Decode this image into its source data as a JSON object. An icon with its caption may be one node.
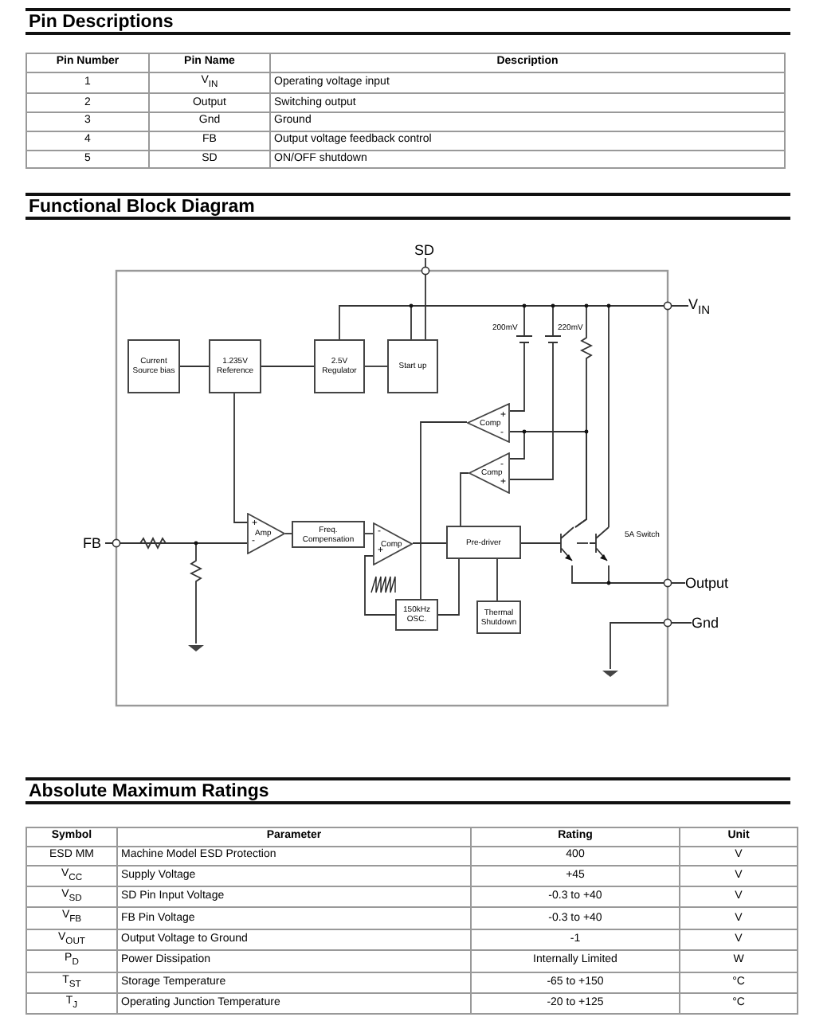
{
  "diagram": {
    "nodes": [
      {
        "text": [
          "SD"
        ]
      },
      {
        "text": [
          "V$_{IN}$"
        ]
      },
      {
        "text": [
          "FB"
        ]
      },
      {
        "text": [
          "Output"
        ]
      },
      {
        "text": [
          "Gnd"
        ]
      },
      {
        "text": [
          "Current Source bias"
        ]
      },
      {
        "text": [
          "1.235V Reference"
        ]
      },
      {
        "text": [
          "2.5V Regulator"
        ]
      },
      {
        "text": [
          "Start up"
        ]
      },
      {
        "text": [
          "Amp"
        ]
      },
      {
        "text": [
          "Freq. Compensation"
        ]
      },
      {
        "text": [
          "Comp"
        ]
      },
      {
        "text": [
          "Comp"
        ]
      },
      {
        "text": [
          "Comp"
        ]
      },
      {
        "text": [
          "Pre-driver"
        ]
      },
      {
        "text": [
          "150kHz OSC."
        ]
      },
      {
        "text": [
          "Thermal Shutdown"
        ]
      },
      {
        "text": [],
        "shape": "transistor"
      },
      {
        "text": [],
        "shape": "transistor",
        "beside": [
          "5A Switch"
        ]
      },
      {
        "text": [],
        "shape": "ground"
      },
      {
        "text": [],
        "shape": "ground"
      }
    ],
    "edges": [
      {
        "from": 0,
        "to": 8,
        "arrow": "none"
      },
      {
        "from": 1,
        "to": 7,
        "arrow": "none"
      },
      {
        "from": 1,
        "to": 8,
        "arrow": "none"
      },
      {
        "from": 1,
        "to": 12,
        "arrow": "none"
      },
      {
        "from": 1,
        "to": 13,
        "arrow": "none"
      },
      {
        "from": 1,
        "to": 17,
        "arrow": "none"
      },
      {
        "from": 1,
        "to": 18,
        "arrow": "none"
      },
      {
        "from": 5,
        "to": 6,
        "arrow": "none"
      },
      {
        "from": 6,
        "to": 7,
        "arrow": "none"
      },
      {
        "from": 7,
        "to": 8,
        "arrow": "none"
      },
      {
        "from": 6,
        "to": 9,
        "arrow": "none"
      },
      {
        "from": 2,
        "to": 9,
        "arrow": "none"
      },
      {
        "from": 2,
        "to": 19,
        "arrow": "none"
      },
      {
        "from": 9,
        "to": 10,
        "arrow": "none"
      },
      {
        "from": 10,
        "to": 11,
        "arrow": "none"
      },
      {
        "from": 11,
        "to": 14,
        "arrow": "none"
      },
      {
        "from": 15,
        "to": 11,
        "arrow": "none"
      },
      {
        "from": 15,
        "to": 14,
        "arrow": "none"
      },
      {
        "from": 12,
        "to": 15,
        "arrow": "none"
      },
      {
        "from": 13,
        "to": 14,
        "arrow": "none"
      },
      {
        "from": 12,
        "to": 13,
        "arrow": "none"
      },
      {
        "from": 12,
        "to": 17,
        "arrow": "none"
      },
      {
        "from": 14,
        "to": 17,
        "arrow": "none"
      },
      {
        "from": 14,
        "to": 16,
        "arrow": "none"
      },
      {
        "from": 17,
        "to": 18,
        "arrow": "none"
      },
      {
        "from": 18,
        "to": 3,
        "arrow": "none"
      },
      {
        "from": 17,
        "to": 3,
        "arrow": "none"
      },
      {
        "from": 4,
        "to": 20,
        "arrow": "none"
      }
    ],
    "labels": [
      "Pin Descriptions",
      "Pin Number",
      "Pin Name",
      "Description",
      "1",
      "V$_{IN}$",
      "Operating voltage input",
      "2",
      "Output",
      "Switching output",
      "3",
      "Gnd",
      "Ground",
      "4",
      "FB",
      "Output voltage feedback control",
      "5",
      "SD",
      "ON/OFF shutdown",
      "Functional Block Diagram",
      "200mV",
      "220mV",
      "+",
      "-",
      "-",
      "+",
      "+",
      "-",
      "-",
      "+",
      "Absolute Maximum Ratings",
      "Symbol",
      "Parameter",
      "Rating",
      "Unit",
      "ESD MM",
      "Machine Model ESD Protection",
      "400",
      "V",
      "V$_{CC}$",
      "Supply Voltage",
      "+45",
      "V",
      "V$_{SD}$",
      "SD Pin Input Voltage",
      "-0.3 to +40",
      "V",
      "V$_{FB}$",
      "FB Pin Voltage",
      "-0.3 to +40",
      "V",
      "V$_{OUT}$",
      "Output Voltage to Ground",
      "-1",
      "V",
      "P$_{D}$",
      "Power Dissipation",
      "Internally Limited",
      "W",
      "T$_{ST}$",
      "Storage Temperature",
      "-65 to +150",
      "°C",
      "T$_{J}$",
      "Operating Junction Temperature",
      "-20 to +125",
      "°C"
    ]
  }
}
